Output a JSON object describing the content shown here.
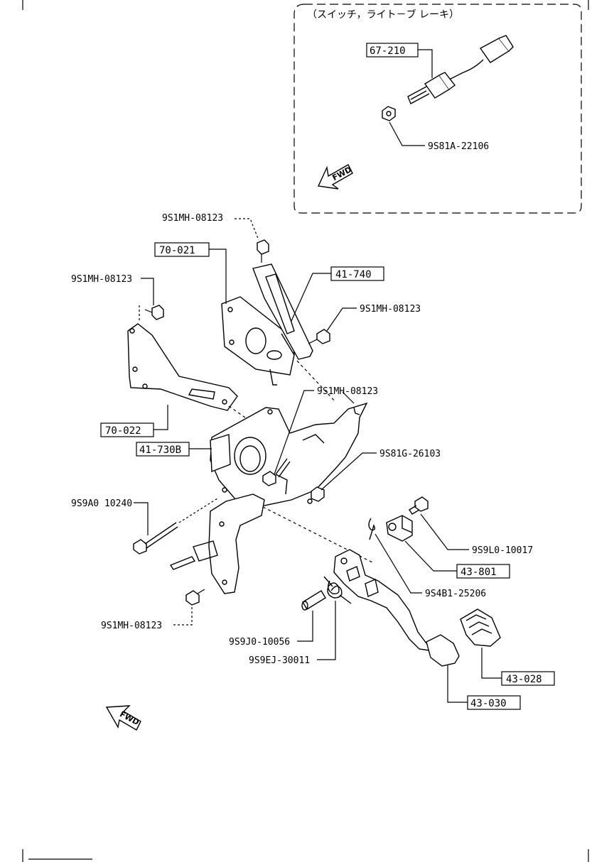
{
  "inset": {
    "title": "（スイッチ，ライト－ブ レーキ）",
    "parts": {
      "switch_ref": "67-210",
      "nut_ref": "9S81A-22106"
    },
    "fwd": "FWD"
  },
  "labels": {
    "bolt_top": "9S1MH-08123",
    "bracket_upper_ref": "70-021",
    "bracket_side_ref": "41-740",
    "bolt_left": "9S1MH-08123",
    "bolt_right": "9S1MH-08123",
    "bolt_center": "9S1MH-08123",
    "bracket_lower_ref": "70-022",
    "support_ref": "41-730B",
    "nut_center": "9S81G-26103",
    "long_bolt": "9S9A0 10240",
    "pin_bolt": "9S9L0-10017",
    "clevis_ref": "43-801",
    "clip": "9S4B1-25206",
    "bolt_bottom": "9S1MH-08123",
    "pin": "9S9J0-10056",
    "spring": "9S9EJ-30011",
    "pad_ref": "43-028",
    "pedal_ref": "43-030"
  },
  "fwd_main": "FWD"
}
